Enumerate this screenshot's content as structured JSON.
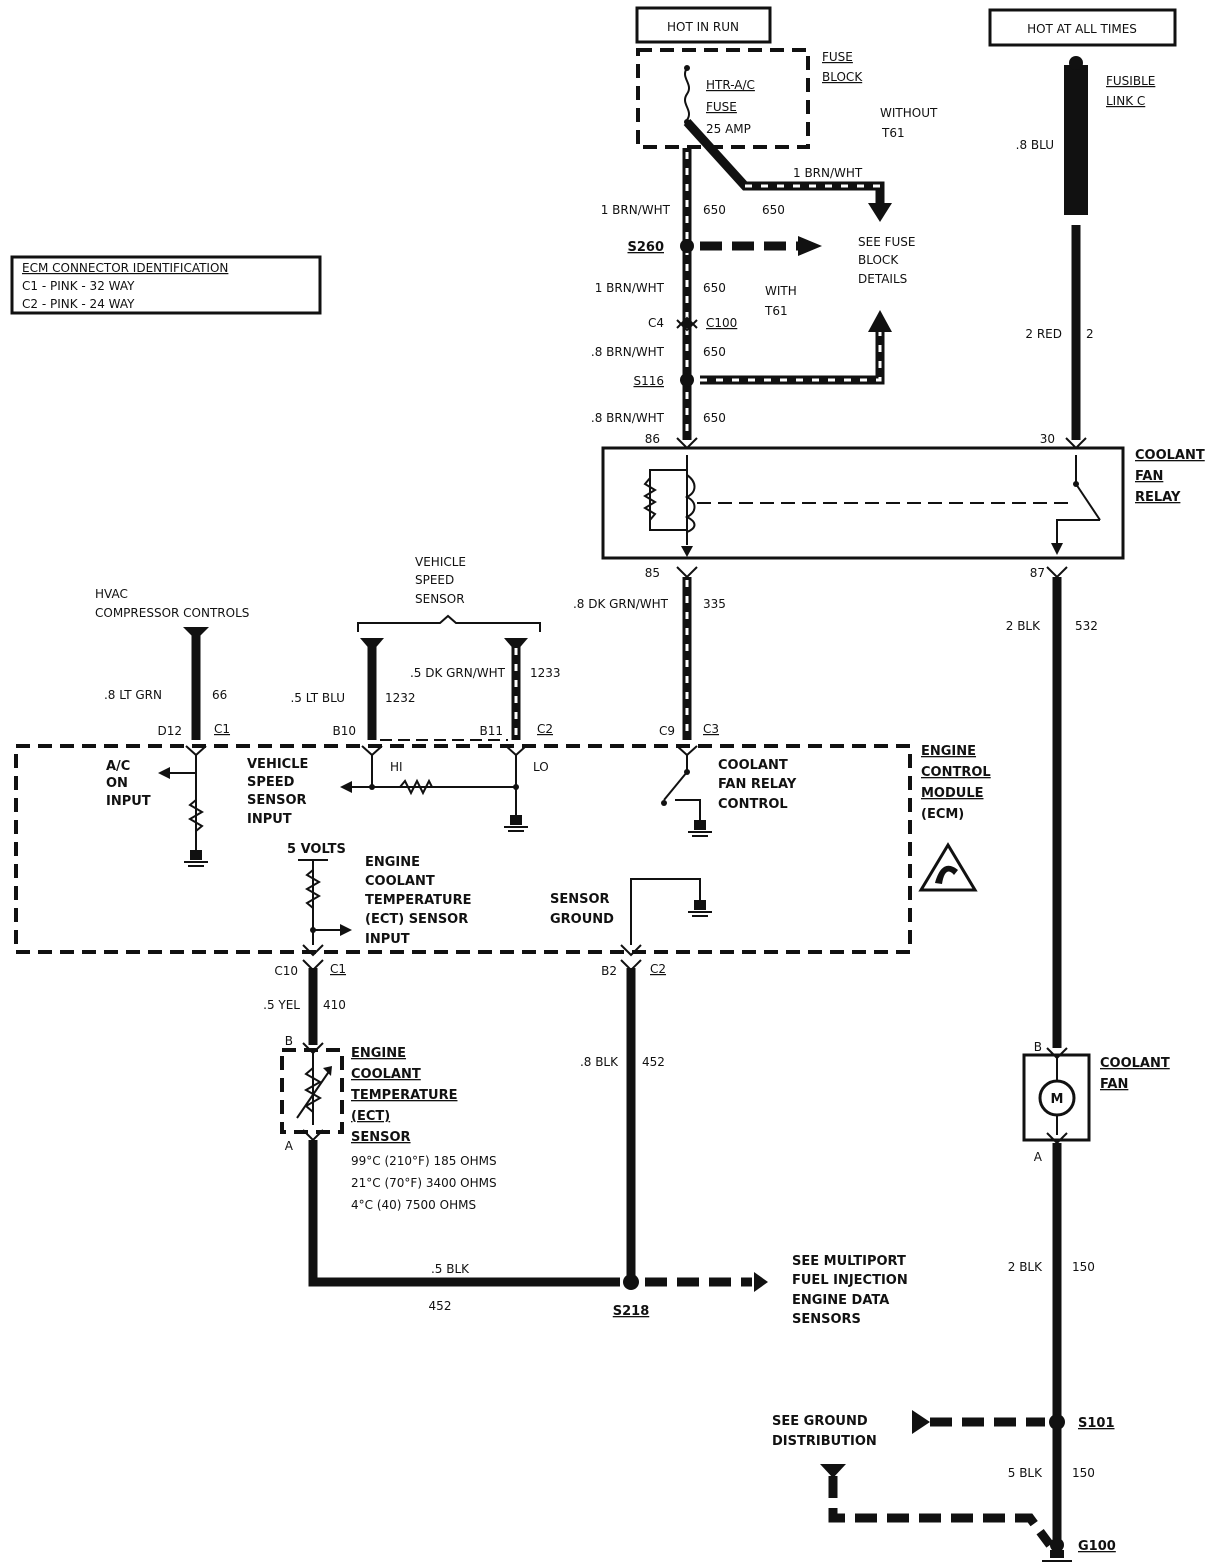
{
  "power": {
    "hot_in_run": "HOT IN RUN",
    "hot_at_all_times": "HOT AT ALL TIMES"
  },
  "fuse_block": {
    "title_1": "FUSE",
    "title_2": "BLOCK",
    "fuse_name": "HTR-A/C",
    "fuse_label": "FUSE",
    "fuse_rating": "25 AMP"
  },
  "fusible_link": {
    "label_1": "FUSIBLE",
    "label_2": "LINK C",
    "wire_top": ".8 BLU",
    "wire_red_size": "2 RED",
    "wire_red_circuit": "2"
  },
  "feed": {
    "without_1": "WITHOUT",
    "without_2": "T61",
    "with_1": "WITH",
    "with_2": "T61",
    "branch_wire": "1 BRN/WHT",
    "branch_circuit": "650",
    "w1_size": "1 BRN/WHT",
    "w1_circuit": "650",
    "splice_s260": "S260",
    "see_fuse_1": "SEE FUSE",
    "see_fuse_2": "BLOCK",
    "see_fuse_3": "DETAILS",
    "w2_size": "1 BRN/WHT",
    "w2_circuit": "650",
    "conn_c4": "C4",
    "conn_c100": "C100",
    "w3_size": ".8 BRN/WHT",
    "w3_circuit": "650",
    "splice_s116": "S116",
    "w4_size": ".8 BRN/WHT",
    "w4_circuit": "650"
  },
  "ecm_id": {
    "title": "ECM CONNECTOR IDENTIFICATION",
    "c1": "C1 - PINK - 32 WAY",
    "c2": "C2 - PINK - 24 WAY"
  },
  "relay": {
    "title_1": "COOLANT",
    "title_2": "FAN",
    "title_3": "RELAY",
    "pin_86": "86",
    "pin_30": "30",
    "pin_85": "85",
    "pin_87": "87",
    "w85_size": ".8 DK GRN/WHT",
    "w85_circuit": "335",
    "w87_size": "2 BLK",
    "w87_circuit": "532"
  },
  "hvac": {
    "label_1": "HVAC",
    "label_2": "COMPRESSOR CONTROLS",
    "wire_size": ".8 LT GRN",
    "wire_circuit": "66",
    "pin": "D12",
    "conn": "C1"
  },
  "vss": {
    "label_1": "VEHICLE",
    "label_2": "SPEED",
    "label_3": "SENSOR",
    "w1_size": ".5 LT BLU",
    "w1_circuit": "1232",
    "w2_size": ".5 DK GRN/WHT",
    "w2_circuit": "1233",
    "pin_b10": "B10",
    "pin_b11": "B11",
    "conn": "C2"
  },
  "ecm": {
    "title_1": "ENGINE",
    "title_2": "CONTROL",
    "title_3": "MODULE",
    "title_4": "(ECM)",
    "ac_1": "A/C",
    "ac_2": "ON",
    "ac_3": "INPUT",
    "vss_1": "VEHICLE",
    "vss_2": "SPEED",
    "vss_3": "SENSOR",
    "vss_4": "INPUT",
    "hi": "HI",
    "lo": "LO",
    "fan_1": "COOLANT",
    "fan_2": "FAN RELAY",
    "fan_3": "CONTROL",
    "pin_c9": "C9",
    "conn_c3": "C3",
    "five_volts": "5 VOLTS",
    "ect_1": "ENGINE",
    "ect_2": "COOLANT",
    "ect_3": "TEMPERATURE",
    "ect_4": "(ECT) SENSOR",
    "ect_5": "INPUT",
    "sg_1": "SENSOR",
    "sg_2": "GROUND",
    "pin_c10": "C10",
    "conn_c1": "C1",
    "pin_b2": "B2",
    "conn_c2": "C2"
  },
  "ect_sensor": {
    "w_top_size": ".5 YEL",
    "w_top_circuit": "410",
    "pin_b": "B",
    "pin_a": "A",
    "title_1": "ENGINE",
    "title_2": "COOLANT",
    "title_3": "TEMPERATURE",
    "title_4": "(ECT)",
    "title_5": "SENSOR",
    "spec_1": "99°C (210°F) 185 OHMS",
    "spec_2": "21°C (70°F) 3400 OHMS",
    "spec_3": "4°C (40) 7500 OHMS"
  },
  "ground_circuit": {
    "w_size": ".8 BLK",
    "w_circuit": "452",
    "bottom_size": ".5 BLK",
    "bottom_circuit": "452",
    "splice": "S218",
    "see_1": "SEE MULTIPORT",
    "see_2": "FUEL INJECTION",
    "see_3": "ENGINE DATA",
    "see_4": "SENSORS"
  },
  "fan": {
    "title_1": "COOLANT",
    "title_2": "FAN",
    "pin_b": "B",
    "pin_a": "A",
    "motor": "M",
    "w_size": "2 BLK",
    "w_circuit": "150",
    "splice": "S101",
    "see_1": "SEE GROUND",
    "see_2": "DISTRIBUTION",
    "w2_size": "5 BLK",
    "w2_circuit": "150",
    "ground": "G100"
  }
}
